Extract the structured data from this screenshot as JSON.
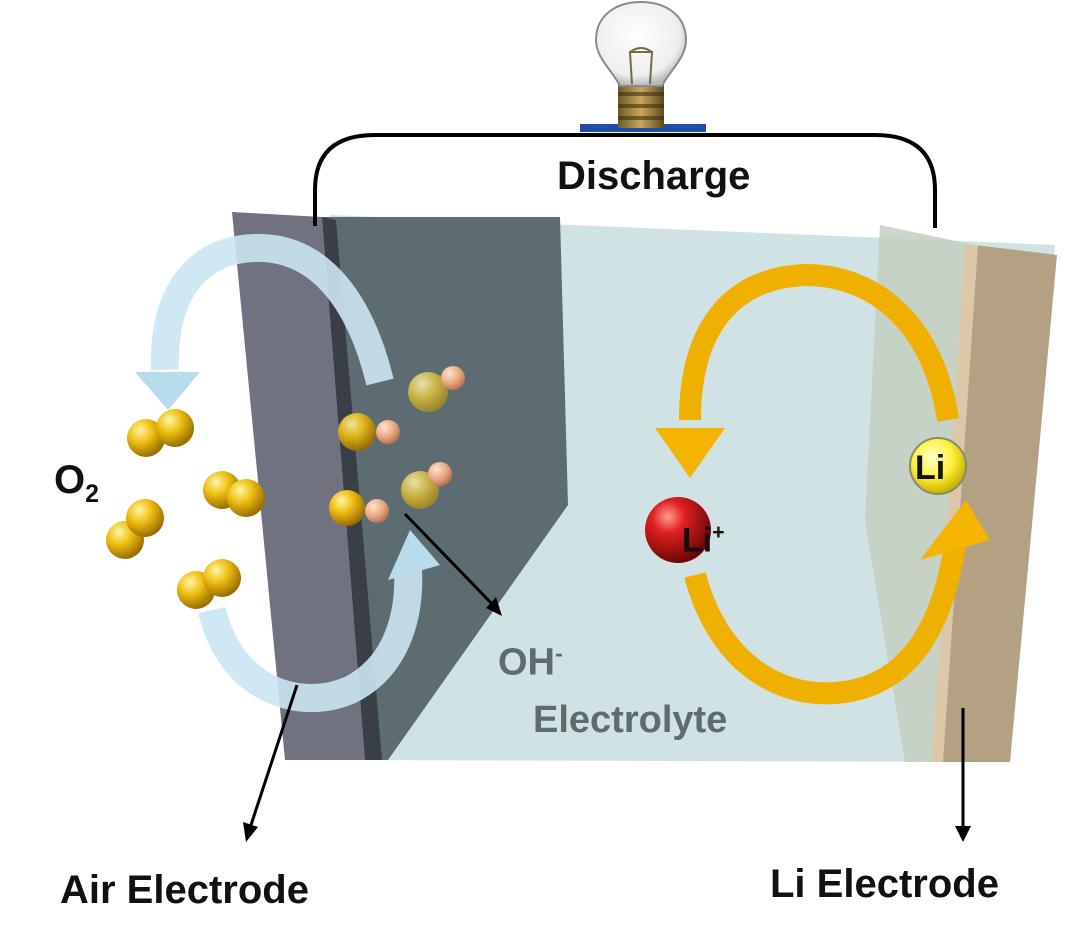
{
  "labels": {
    "discharge": "Discharge",
    "oxygen": "O",
    "oxygen_sub": "2",
    "hydroxide": "OH",
    "hydroxide_sup": "-",
    "electrolyte": "Electrolyte",
    "lithium": "Li",
    "lithium_ion": "Li",
    "lithium_ion_sup": "+",
    "air_electrode": "Air Electrode",
    "li_electrode": "Li Electrode"
  },
  "colors": {
    "air_electrode": "#70737f",
    "catalyst_layer": "#5d6c70",
    "electrolyte": "#cfe0e3",
    "separator": "#c9d3c4",
    "li_electrode": "#b4a083",
    "oxygen": "#e3b010",
    "lithium_ion": "#c41818",
    "lithium_atom": "#fff23a",
    "oxygen_cycle_arrow": "#cbe6f2",
    "lithium_cycle_arrow": "#f0b000",
    "wire": "#000000"
  },
  "icons": {
    "bulb": "light-bulb-icon"
  }
}
